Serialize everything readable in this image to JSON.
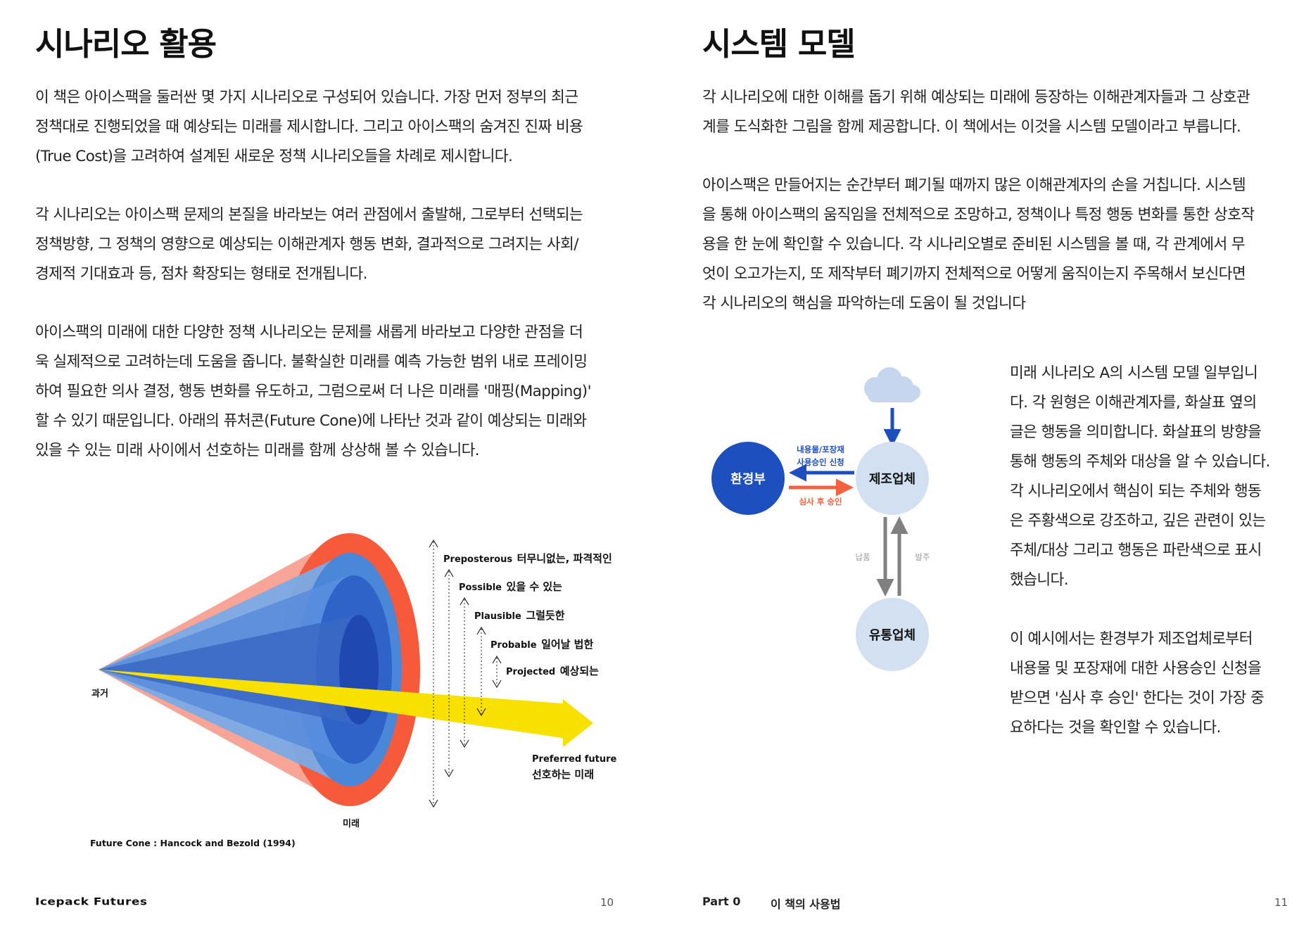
{
  "left_page": {
    "title": "시나리오 활용",
    "paragraphs": [
      [
        "이 책은 아이스팩을 둘러싼 몇 가지 시나리오로 구성되어 있습니다. 가장 먼저 정부의 최근",
        "정책대로 진행되었을 때 예상되는 미래를 제시합니다. 그리고 아이스팩의 숨겨진 진짜 비용",
        "(True Cost)을 고려하여 설계된 새로운 정책 시나리오들을 차례로 제시합니다."
      ],
      [
        "각 시나리오는 아이스팩 문제의 본질을 바라보는 여러 관점에서 출발해, 그로부터 선택되는",
        "정책방향, 그 정책의 영향으로 예상되는 이해관계자 행동 변화, 결과적으로 그려지는 사회/",
        "경제적 기대효과 등, 점차 확장되는 형태로 전개됩니다."
      ],
      [
        "아이스팩의 미래에 대한 다양한 정책 시나리오는 문제를 새롭게 바라보고 다양한 관점을 더",
        "욱 실제적으로 고려하는데 도움을 줍니다. 불확실한 미래를 예측 가능한 범위 내로 프레이밍",
        "하여 필요한 의사 결정, 행동 변화를 유도하고, 그럼으로써 더 나은 미래를 '매핑(Mapping)'",
        "할 수 있기 때문입니다. 아래의 퓨처콘(Future Cone)에 나타난 것과 같이 예상되는 미래와",
        "있을 수 있는 미래 사이에서 선호하는 미래를 함께 상상해 볼 수 있습니다."
      ]
    ],
    "cone": {
      "past_label": "과거",
      "future_label": "미래",
      "preposterous_en": "Preposterous",
      "preposterous_ko": "터무니없는, 파격적인",
      "possible_en": "Possible",
      "possible_ko": "있을 수 있는",
      "plausible_en": "Plausible",
      "plausible_ko": "그럴듯한",
      "probable_en": "Probable",
      "probable_ko": "일어날 법한",
      "projected_en": "Projected",
      "projected_ko": "예상되는",
      "preferred_en": "Preferred future",
      "preferred_ko": "선호하는 미래",
      "caption": "Future Cone : Hancock and Bezold (1994)",
      "colors": {
        "preposterous": "#f65a3b",
        "possible": "#4a87d9",
        "plausible": "#2f63c8",
        "probable": "#1f48b0",
        "preferred": "#f8e000"
      }
    },
    "footer": {
      "brand": "Icepack Futures",
      "page_number": "10"
    }
  },
  "right_page": {
    "title": "시스템 모델",
    "paragraphs": [
      [
        "각 시나리오에 대한 이해를 돕기 위해 예상되는 미래에 등장하는 이해관계자들과 그 상호관",
        "계를 도식화한 그림을 함께 제공합니다. 이 책에서는 이것을 시스템 모델이라고 부릅니다."
      ],
      [
        "아이스팩은 만들어지는 순간부터 폐기될 때까지 많은 이해관계자의 손을 거칩니다. 시스템",
        "을 통해 아이스팩의 움직임을 전체적으로 조망하고, 정책이나 특정 행동 변화를 통한 상호작",
        "용을 한 눈에 확인할 수 있습니다. 각 시나리오별로 준비된 시스템을 볼 때, 각 관계에서 무",
        "엇이 오고가는지, 또 제작부터 폐기까지 전체적으로 어떻게 움직이는지 주목해서 보신다면",
        "각 시나리오의 핵심을 파악하는데 도움이 될 것입니다"
      ]
    ],
    "side_paragraphs": [
      [
        "미래 시나리오 A의 시스템 모델 일부입니",
        "다. 각 원형은 이해관계자를, 화살표 옆의",
        "글은 행동을 의미합니다. 화살표의 방향을",
        "통해 행동의 주체와 대상을 알 수 있습니다.",
        "각 시나리오에서 핵심이 되는 주체와 행동",
        "은 주황색으로 강조하고, 깊은 관련이 있는",
        "주체/대상 그리고 행동은 파란색으로 표시",
        "했습니다."
      ],
      [
        "이 예시에서는 환경부가 제조업체로부터",
        "내용물 및 포장재에 대한 사용승인 신청을",
        "받으면 '심사 후 승인' 한다는 것이 가장 중",
        "요하다는 것을 확인할 수 있습니다."
      ]
    ],
    "diagram": {
      "node_ministry": "환경부",
      "node_manufacturer": "제조업체",
      "node_distributor": "유통업체",
      "edge_application_1": "내용물/포장재",
      "edge_application_2": "사용승인 신청",
      "edge_review": "심사 후 승인",
      "edge_delivery": "납품",
      "edge_order": "발주",
      "colors": {
        "blue": "#1d4fbf",
        "orange": "#f4623f",
        "node_light": "#d3e0f2",
        "gray": "#808080",
        "cloud": "#c5d6ee"
      }
    },
    "footer": {
      "part": "Part 0",
      "section": "이 책의 사용법",
      "page_number": "11"
    }
  }
}
